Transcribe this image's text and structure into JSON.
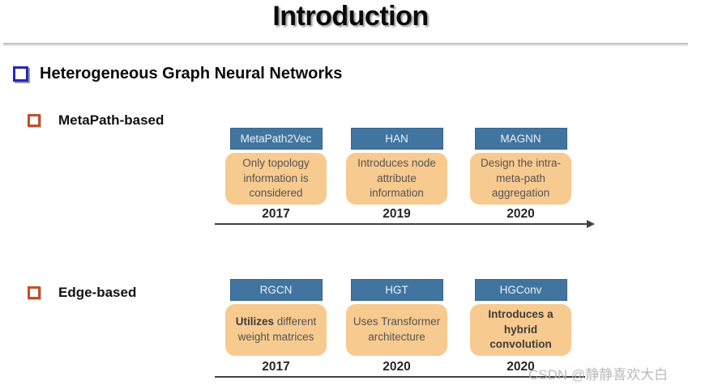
{
  "title": "Introduction",
  "heading": "Heterogeneous Graph Neural Networks",
  "sections": [
    {
      "label": "MetaPath-based",
      "items": [
        {
          "name": "MetaPath2Vec",
          "desc": "Only topology information is considered",
          "year": "2017"
        },
        {
          "name": "HAN",
          "desc": "Introduces node attribute information",
          "year": "2019"
        },
        {
          "name": "MAGNN",
          "desc": "Design the intra-meta-path aggregation",
          "year": "2020"
        }
      ]
    },
    {
      "label": "Edge-based",
      "items": [
        {
          "name": "RGCN",
          "desc_bold": "Utilizes",
          "desc_rest": " different weight matrices",
          "year": "2017"
        },
        {
          "name": "HGT",
          "desc": "Uses Transformer architecture",
          "year": "2020"
        },
        {
          "name": "HGConv",
          "desc": "Introduces a hybrid convolution",
          "year": "2020"
        }
      ]
    }
  ],
  "watermark": "CSDN @静静喜欢大白",
  "colors": {
    "header_blue": "#41759F",
    "card_peach": "#F7CA90",
    "bullet_blue": "#2525C4",
    "bullet_orange": "#C1502A",
    "axis_gray": "#404040",
    "watermark_gray": "#B3B3B3"
  }
}
